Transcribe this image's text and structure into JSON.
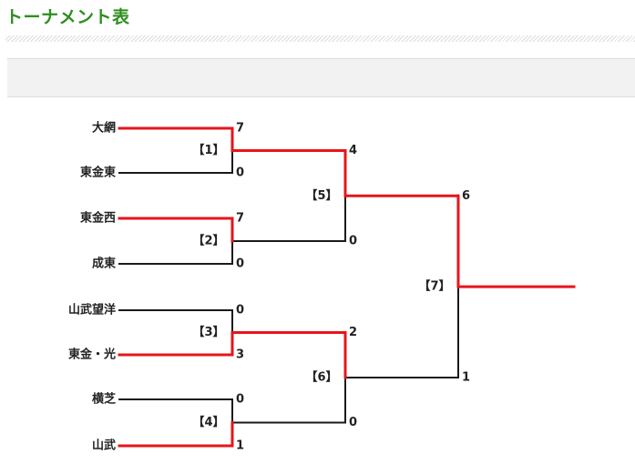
{
  "title": "トーナメント表",
  "colors": {
    "title": "#2d8f1c",
    "winner_line": "#e8141a",
    "loser_line": "#1a1a1a"
  },
  "teams": [
    "大網",
    "東金東",
    "東金西",
    "成東",
    "山武望洋",
    "東金・光",
    "横芝",
    "山武"
  ],
  "matches": [
    {
      "label": "【1】",
      "scores": [
        "7",
        "0"
      ],
      "winner": 0
    },
    {
      "label": "【2】",
      "scores": [
        "7",
        "0"
      ],
      "winner": 0
    },
    {
      "label": "【3】",
      "scores": [
        "0",
        "3"
      ],
      "winner": 1
    },
    {
      "label": "【4】",
      "scores": [
        "0",
        "1"
      ],
      "winner": 1
    },
    {
      "label": "【5】",
      "scores": [
        "4",
        "0"
      ],
      "winner": 0
    },
    {
      "label": "【6】",
      "scores": [
        "2",
        "0"
      ],
      "winner": 0
    },
    {
      "label": "【7】",
      "scores": [
        "6",
        "1"
      ],
      "winner": 0
    }
  ]
}
